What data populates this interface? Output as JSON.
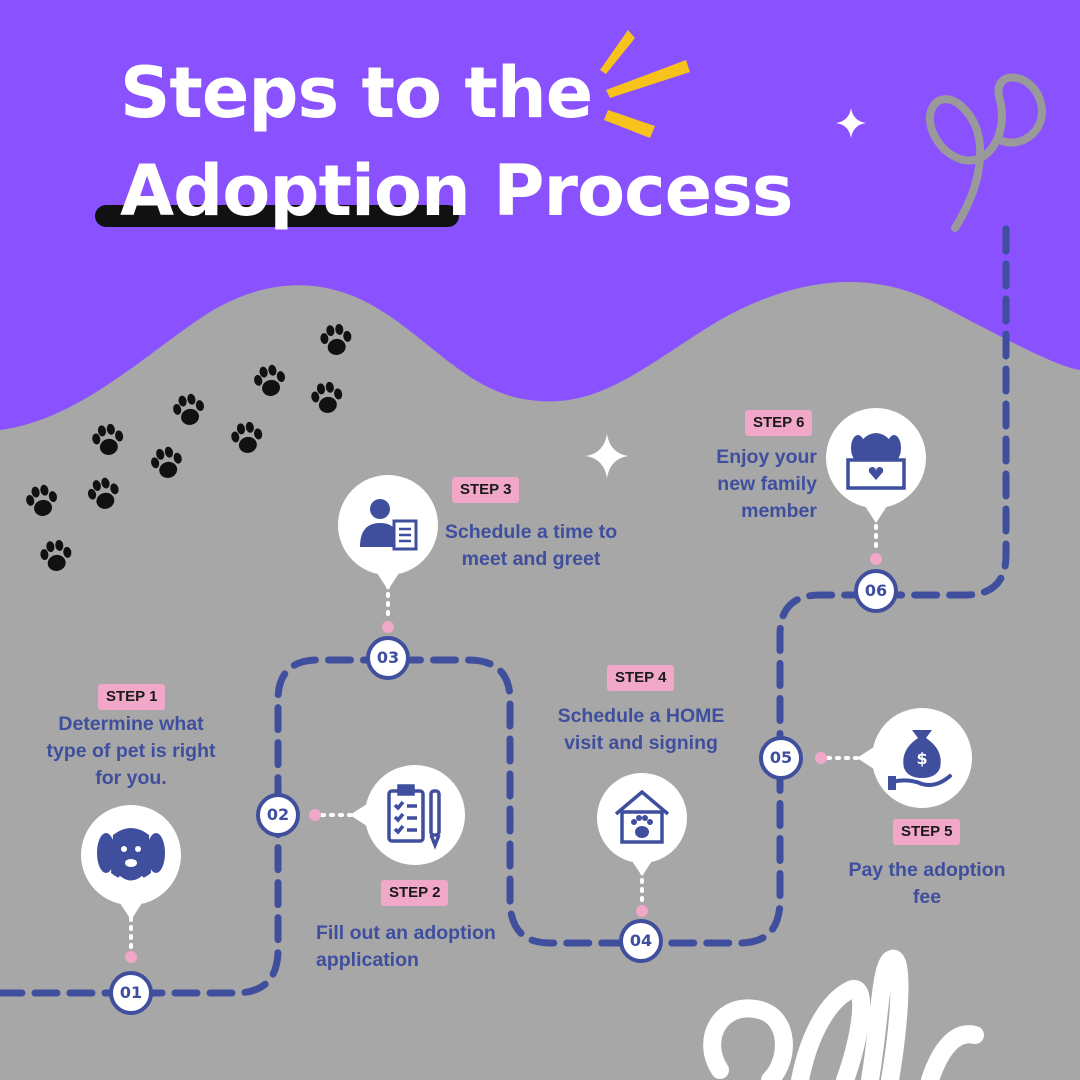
{
  "title": {
    "line1": "Steps to the",
    "line2": "Adoption Process"
  },
  "colors": {
    "header_purple": "#8a52fe",
    "background_gray": "#a7a7a7",
    "path_blue": "#3f4f9e",
    "badge_pink": "#f0a7c8",
    "accent_yellow": "#f6c21b",
    "white": "#ffffff",
    "paw_black": "#111111"
  },
  "steps": [
    {
      "number": "01",
      "badge": "STEP 1",
      "description": "Determine what type of pet is right for you.",
      "icon": "dog-face-icon"
    },
    {
      "number": "02",
      "badge": "STEP 2",
      "description": "Fill out an adoption application",
      "icon": "clipboard-checklist-icon"
    },
    {
      "number": "03",
      "badge": "STEP 3",
      "description": "Schedule a time to meet and greet",
      "icon": "person-with-document-icon"
    },
    {
      "number": "04",
      "badge": "STEP 4",
      "description": "Schedule a HOME visit and signing",
      "icon": "pet-house-icon"
    },
    {
      "number": "05",
      "badge": "STEP 5",
      "description": "Pay the adoption fee",
      "icon": "money-bag-hand-icon"
    },
    {
      "number": "06",
      "badge": "STEP 6",
      "description": "Enjoy your new family member",
      "icon": "puppy-in-box-icon"
    }
  ]
}
